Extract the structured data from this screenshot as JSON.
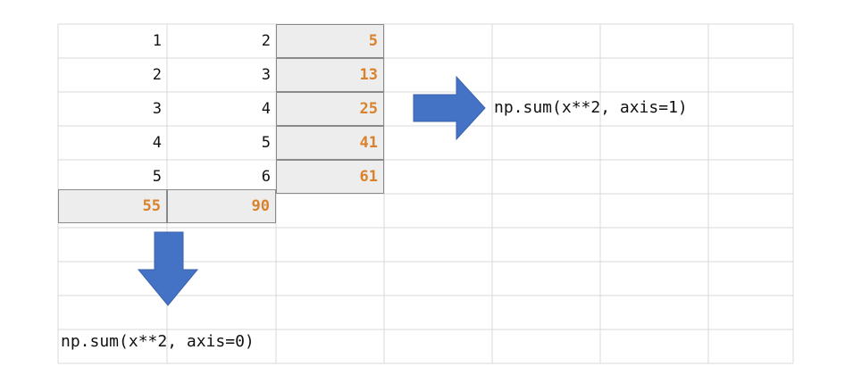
{
  "table": {
    "rows": [
      [
        "1",
        "2",
        "5"
      ],
      [
        "2",
        "3",
        "13"
      ],
      [
        "3",
        "4",
        "25"
      ],
      [
        "4",
        "5",
        "41"
      ],
      [
        "5",
        "6",
        "61"
      ]
    ],
    "column_sums": [
      "55",
      "90"
    ]
  },
  "annotations": {
    "axis1": "np.sum(x**2, axis=1)",
    "axis0": "np.sum(x**2, axis=0)"
  },
  "colors": {
    "arrow": "#4472c4",
    "result_text": "#d9822b",
    "result_fill": "#ededed",
    "gridline": "#d9d9d9"
  }
}
